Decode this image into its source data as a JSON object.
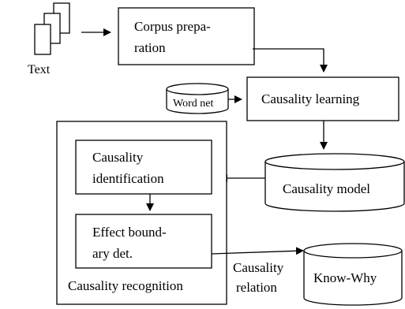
{
  "input": {
    "label": "Text"
  },
  "corpus_preparation": {
    "line1": "Corpus prepa-",
    "line2": "ration"
  },
  "wordnet": {
    "label": "Word net"
  },
  "causality_learning": {
    "label": "Causality learning"
  },
  "causality_model": {
    "label": "Causality model"
  },
  "causality_recognition": {
    "label": "Causality recognition",
    "identification": {
      "line1": "Causality",
      "line2": "identification"
    },
    "effect_boundary": {
      "line1": "Effect bound-",
      "line2": "ary det."
    }
  },
  "output_edge": {
    "line1": "Causality",
    "line2": "relation"
  },
  "know_why": {
    "label": "Know-Why"
  }
}
